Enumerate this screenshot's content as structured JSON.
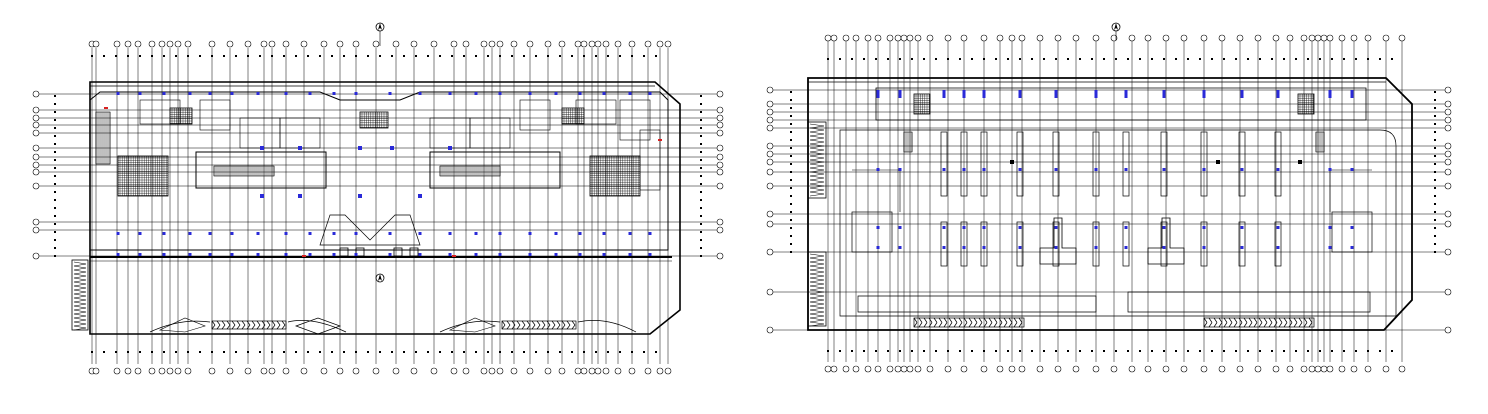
{
  "drawing": {
    "title": "",
    "plans": [
      {
        "id": "ground-floor-plan",
        "grid_columns": 34,
        "grid_rows": 16,
        "has_north_arrow_top": true,
        "has_north_arrow_bottom": true,
        "has_ramps": true
      },
      {
        "id": "basement-parking-plan",
        "grid_columns": 34,
        "grid_rows": 16,
        "has_north_arrow_top": true,
        "has_ramps": true
      }
    ],
    "colors": {
      "linework": "#000000",
      "column_marker": "#2a2ad8",
      "accent_red": "#d82020",
      "background": "#ffffff"
    }
  }
}
